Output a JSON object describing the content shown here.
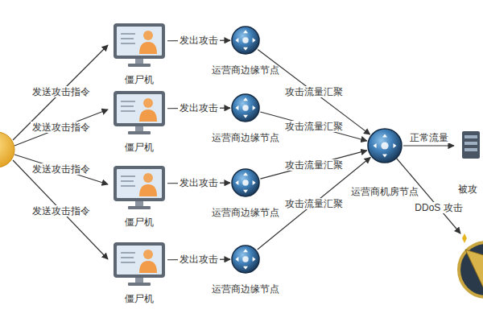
{
  "diagram": {
    "nodes": [
      {
        "text": [
          "僵尸机"
        ]
      },
      {
        "text": [
          "僵尸机"
        ]
      },
      {
        "text": [
          "僵尸机"
        ]
      },
      {
        "text": [
          "僵尸机"
        ]
      },
      {
        "text": [
          "运营商边缘节点"
        ]
      },
      {
        "text": [
          "运营商边缘节点"
        ]
      },
      {
        "text": [
          "运营商边缘节点"
        ]
      },
      {
        "text": [
          "运营商边缘节点"
        ]
      },
      {
        "text": [
          "运营商机房节点"
        ]
      },
      {
        "text": [
          "被攻"
        ]
      }
    ],
    "edges": [
      {
        "from": 0,
        "to": 4,
        "arrow": "to",
        "label": "发出攻击"
      },
      {
        "from": 1,
        "to": 5,
        "arrow": "to",
        "label": "发出攻击"
      },
      {
        "from": 2,
        "to": 6,
        "arrow": "to",
        "label": "发出攻击"
      },
      {
        "from": 3,
        "to": 7,
        "arrow": "to",
        "label": "发出攻击"
      },
      {
        "from": 4,
        "to": 8,
        "arrow": "to",
        "label": "攻击流量汇聚"
      },
      {
        "from": 5,
        "to": 8,
        "arrow": "to",
        "label": "攻击流量汇聚"
      },
      {
        "from": 6,
        "to": 8,
        "arrow": "to",
        "label": "攻击流量汇聚"
      },
      {
        "from": 7,
        "to": 8,
        "arrow": "to",
        "label": "攻击流量汇聚"
      },
      {
        "from": 8,
        "to": 9,
        "arrow": "to",
        "label": "正常流量"
      }
    ],
    "labels": [
      "发送攻击指令",
      "发送攻击指令",
      "发送攻击指令",
      "发送攻击指令",
      "DDoS 攻击"
    ]
  }
}
